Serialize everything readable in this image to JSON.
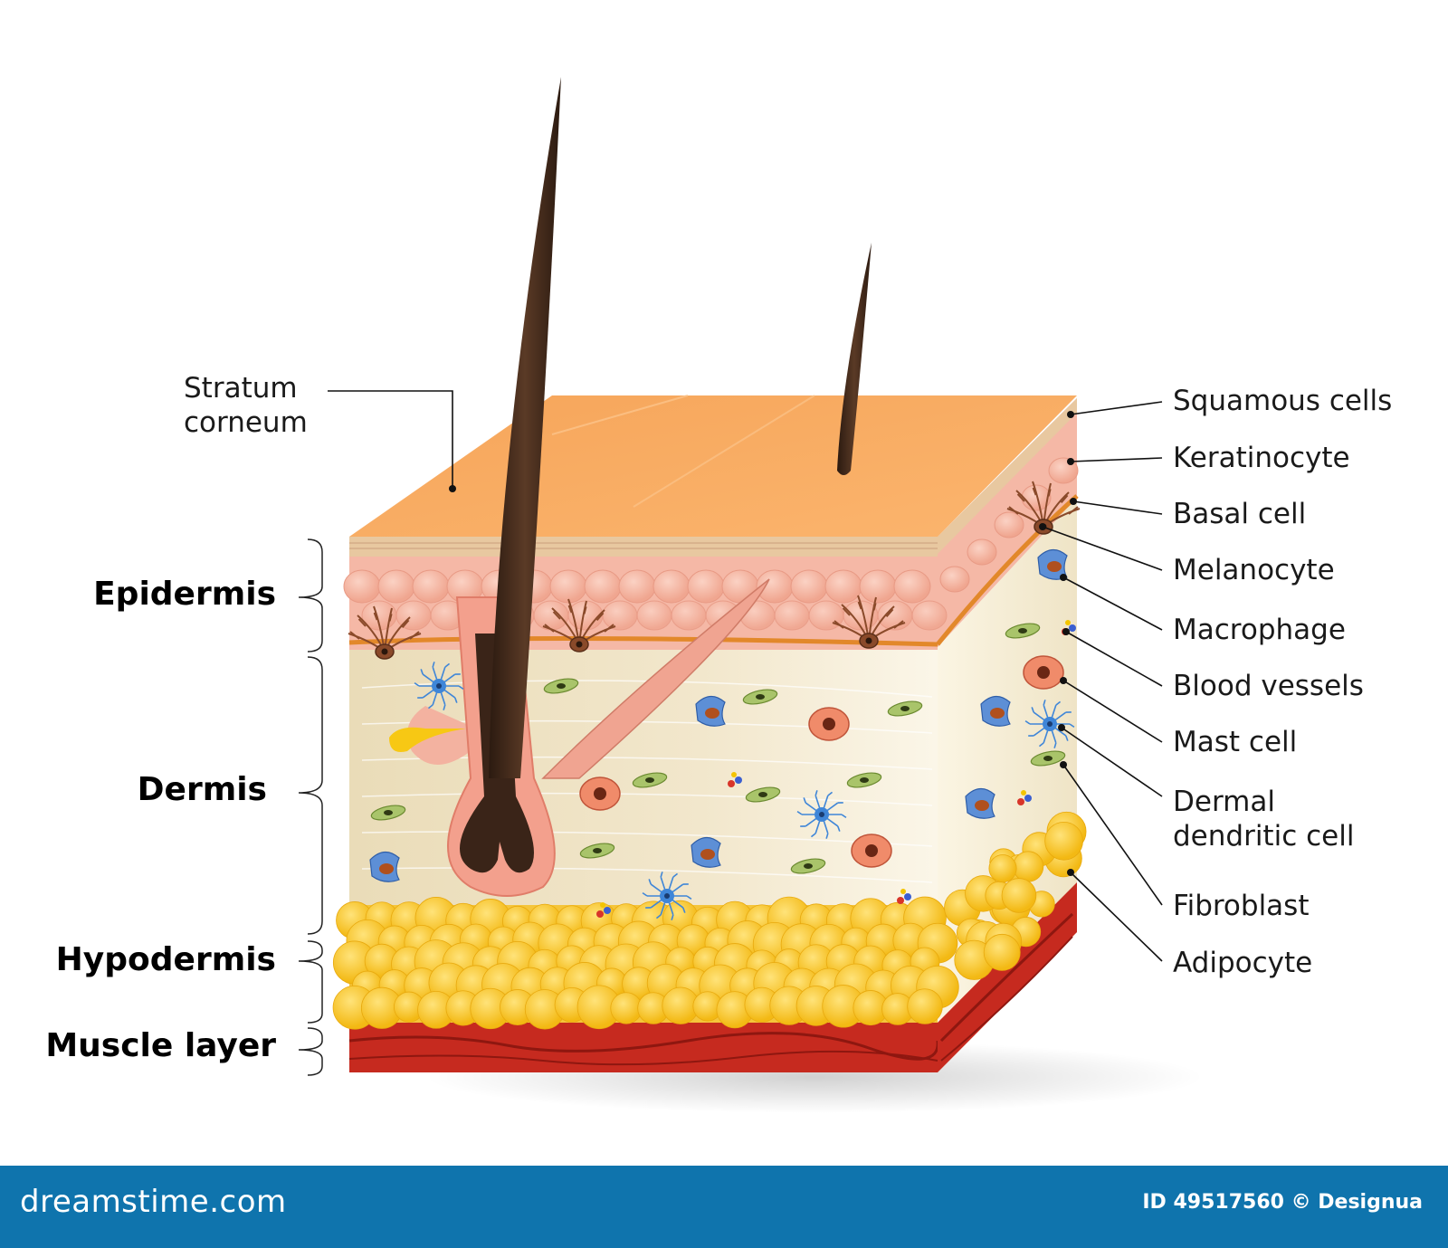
{
  "left_labels": {
    "stratum_corneum": [
      "Stratum",
      "corneum"
    ],
    "epidermis": "Epidermis",
    "dermis": "Dermis",
    "hypodermis": "Hypodermis",
    "muscle_layer": "Muscle layer"
  },
  "right_labels": [
    "Squamous cells",
    "Keratinocyte",
    "Basal cell",
    "Melanocyte",
    "Macrophage",
    "Blood vessels",
    "Mast cell",
    [
      "Dermal",
      "dendritic cell"
    ],
    "Fibroblast",
    "Adipocyte"
  ],
  "footer": {
    "brand": "dreamstime.com",
    "credit": "ID 49517560 © Designua"
  },
  "colors": {
    "stratum": "#f7a65a",
    "epidermis": "#f5b8a6",
    "dermis": "#efe2c2",
    "fat": "#f8c92e",
    "muscle": "#c62a1f",
    "hair": "#3a2418",
    "footer": "#0f74ad"
  }
}
